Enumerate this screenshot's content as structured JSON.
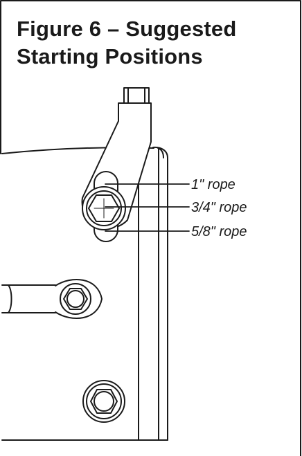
{
  "figure": {
    "title_line1": "Figure 6 – Suggested",
    "title_line2": "Starting Positions"
  },
  "callouts": [
    {
      "label": "1\" rope"
    },
    {
      "label": "3/4\" rope"
    },
    {
      "label": "5/8\" rope"
    }
  ],
  "colors": {
    "line": "#1a1a1a",
    "background": "#ffffff"
  }
}
